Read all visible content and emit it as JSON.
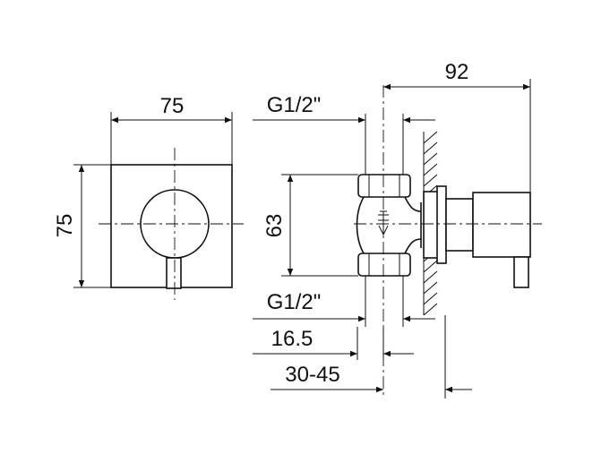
{
  "diagram": {
    "front_view": {
      "width_label": "75",
      "height_label": "75"
    },
    "side_view": {
      "depth_label": "92",
      "inlet_thread_label": "G1/2\"",
      "height_label": "63",
      "outlet_thread_label": "G1/2\"",
      "offset_label": "16.5",
      "install_range_label": "30-45"
    }
  }
}
